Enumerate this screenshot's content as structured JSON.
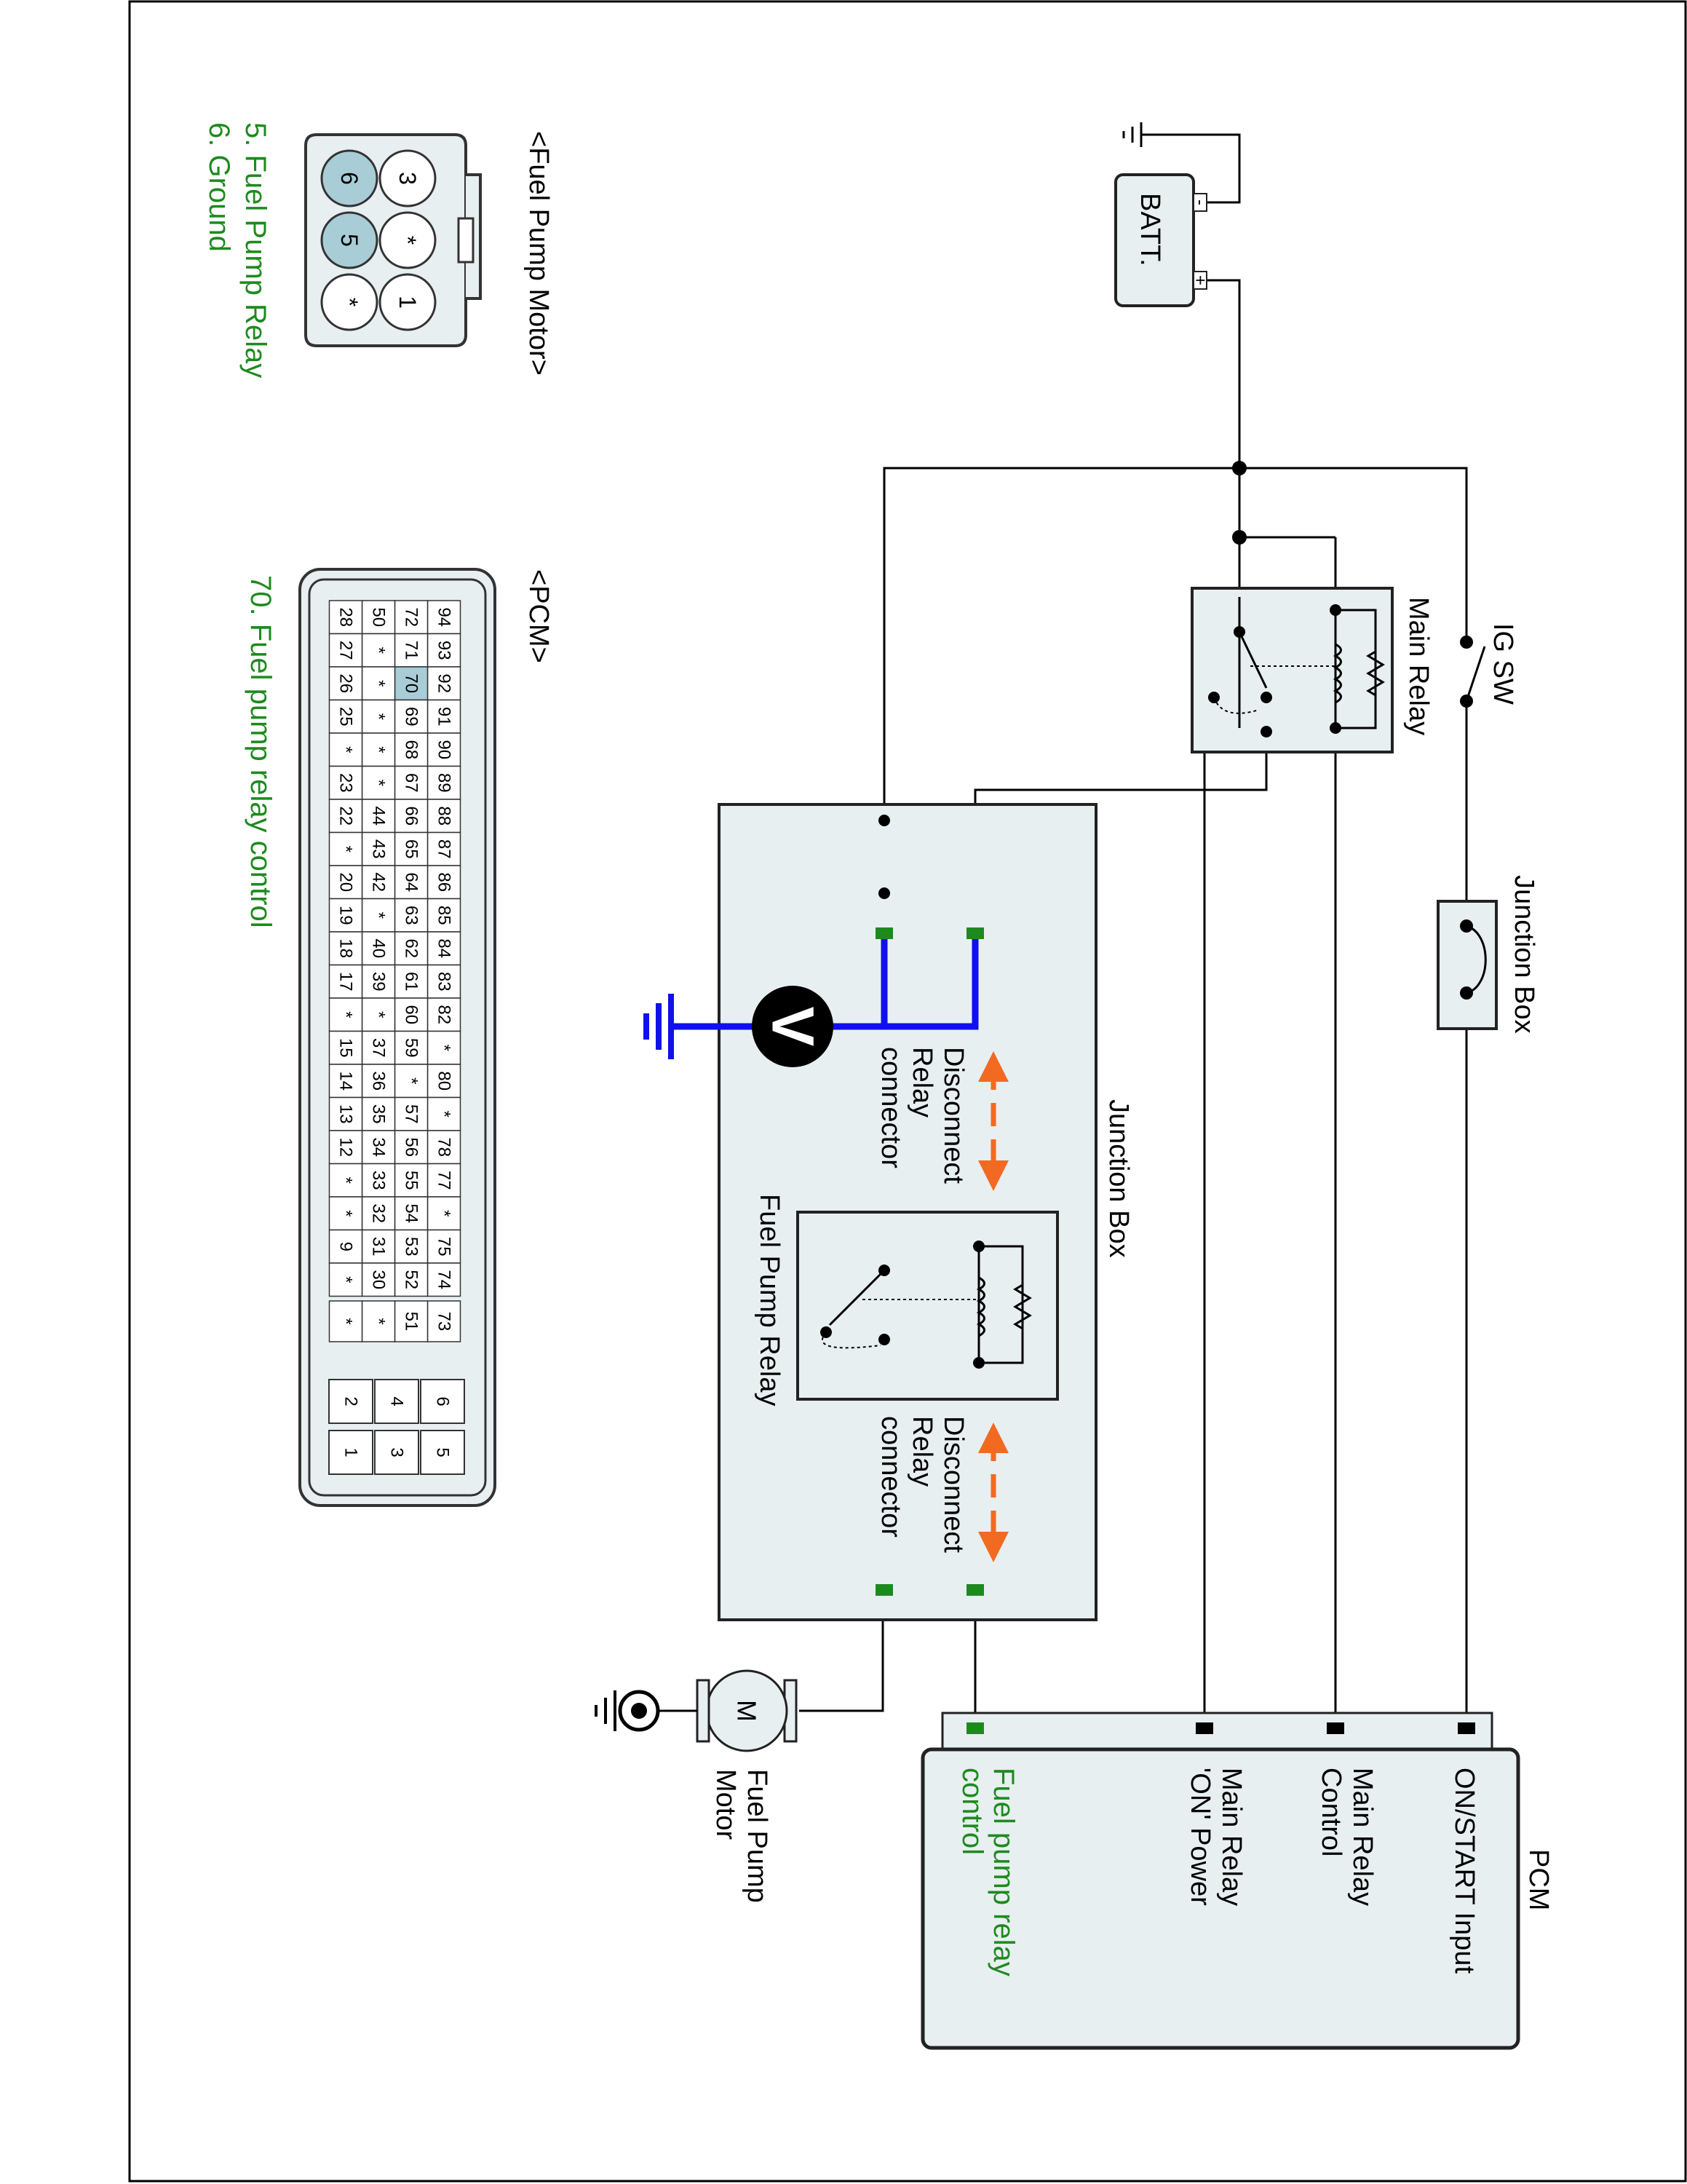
{
  "labels": {
    "ig_sw": "IG SW",
    "main_relay": "Main Relay",
    "junction_box_top": "Junction Box",
    "junction_box": "Junction Box",
    "batt": "BATT.",
    "batt_minus": "-",
    "batt_plus": "+",
    "disconnect_1": [
      "Disconnect",
      "Relay",
      "connector"
    ],
    "disconnect_2": [
      "Disconnect",
      "Relay",
      "connector"
    ],
    "fuel_pump_relay": "Fuel Pump Relay",
    "voltmeter": "V",
    "motor_symbol": "M",
    "fuel_pump_motor": [
      "Fuel Pump",
      "Motor"
    ],
    "pcm": "PCM",
    "pcm_inputs": [
      [
        "ON/START Input"
      ],
      [
        "Main Relay",
        "Control"
      ],
      [
        "Main Relay",
        "'ON' Power"
      ]
    ],
    "pcm_fuel_pump": [
      "Fuel pump relay",
      "control"
    ]
  },
  "connectors": {
    "fuel_pump_motor_title": "<Fuel Pump Motor>",
    "fuel_pump_motor_pins": [
      "3",
      "*",
      "1",
      "6",
      "5",
      "*"
    ],
    "fuel_pump_motor_legend": [
      "5. Fuel Pump Relay",
      "6. Ground"
    ],
    "pcm_title": "<PCM>",
    "pcm_rows": [
      [
        "94",
        "93",
        "92",
        "91",
        "90",
        "89",
        "88",
        "87",
        "86",
        "85",
        "84",
        "83",
        "82",
        "*",
        "80",
        "*",
        "78",
        "77",
        "*",
        "75",
        "74"
      ],
      [
        "72",
        "71",
        "70",
        "69",
        "68",
        "67",
        "66",
        "65",
        "64",
        "63",
        "62",
        "61",
        "60",
        "59",
        "*",
        "57",
        "56",
        "55",
        "54",
        "53",
        "52"
      ],
      [
        "50",
        "*",
        "*",
        "*",
        "*",
        "*",
        "44",
        "43",
        "42",
        "*",
        "40",
        "39",
        "*",
        "37",
        "36",
        "35",
        "34",
        "33",
        "32",
        "31",
        "30"
      ],
      [
        "28",
        "27",
        "26",
        "25",
        "*",
        "23",
        "22",
        "*",
        "20",
        "19",
        "18",
        "17",
        "*",
        "15",
        "14",
        "13",
        "12",
        "*",
        "*",
        "9",
        "*"
      ]
    ],
    "pcm_extra": [
      "73",
      "51",
      "*",
      "*"
    ],
    "pcm_small": [
      [
        "6",
        "5"
      ],
      [
        "4",
        "3"
      ],
      [
        "2",
        "1"
      ]
    ],
    "pcm_legend": "70. Fuel pump relay control"
  },
  "colors": {
    "highlight_pin": "#a9cdd6",
    "accent_green": "#1e8a1e",
    "arrow_orange": "#f26a22",
    "wire_blue": "#1010ee"
  }
}
